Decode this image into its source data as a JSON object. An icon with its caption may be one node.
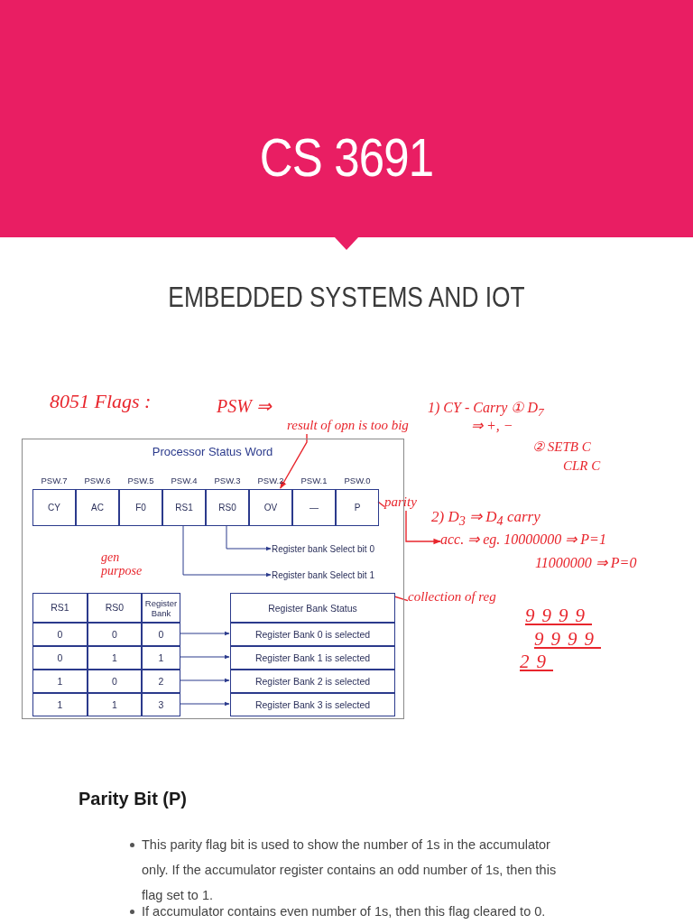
{
  "diagram": {
    "title": "CS 3691",
    "nodes": [
      {
        "text": [
          "Processor Status Word"
        ]
      },
      {
        "text": [
          "CY"
        ],
        "beside": [
          "PSW.7"
        ],
        "in": 0
      },
      {
        "text": [
          "AC"
        ],
        "beside": [
          "PSW.6"
        ],
        "in": 0
      },
      {
        "text": [
          "F0"
        ],
        "beside": [
          "PSW.5"
        ],
        "in": 0
      },
      {
        "text": [
          "RS1"
        ],
        "beside": [
          "PSW.4"
        ],
        "in": 0
      },
      {
        "text": [
          "RS0"
        ],
        "beside": [
          "PSW.3"
        ],
        "in": 0
      },
      {
        "text": [
          "OV"
        ],
        "beside": [
          "PSW.2"
        ],
        "in": 0
      },
      {
        "text": [
          "—"
        ],
        "beside": [
          "PSW.1"
        ],
        "in": 0
      },
      {
        "text": [
          "P"
        ],
        "beside": [
          "PSW.0"
        ],
        "in": 0
      },
      {
        "text": [
          "Register bank Select bit 0"
        ],
        "in": 0
      },
      {
        "text": [
          "Register bank Select bit 1"
        ],
        "in": 0
      },
      {
        "text": [
          "RS1",
          "RS0",
          "Register Bank"
        ],
        "in": 0
      },
      {
        "text": [
          "0",
          "0",
          "0"
        ],
        "in": 0
      },
      {
        "text": [
          "0",
          "1",
          "1"
        ],
        "in": 0
      },
      {
        "text": [
          "1",
          "0",
          "2"
        ],
        "in": 0
      },
      {
        "text": [
          "1",
          "1",
          "3"
        ],
        "in": 0
      },
      {
        "text": [
          "Register Bank Status"
        ],
        "in": 0
      },
      {
        "text": [
          "Register Bank 0 is selected"
        ],
        "in": 0
      },
      {
        "text": [
          "Register Bank 1 is selected"
        ],
        "in": 0
      },
      {
        "text": [
          "Register Bank 2 is selected"
        ],
        "in": 0
      },
      {
        "text": [
          "Register Bank 3 is selected"
        ],
        "in": 0
      },
      {
        "text": [
          "result of opn is too big"
        ]
      },
      {
        "text": [
          "parity"
        ]
      },
      {
        "text": [
          "acc. ⇒ eg. 10000000 ⇒ P=1",
          "11000000 ⇒ P=0"
        ]
      },
      {
        "text": [
          "collection of reg"
        ]
      }
    ],
    "edges": [
      {
        "from": 5,
        "to": 9,
        "arrow": "to"
      },
      {
        "from": 4,
        "to": 10,
        "arrow": "to"
      },
      {
        "from": 12,
        "to": 17,
        "arrow": "to"
      },
      {
        "from": 13,
        "to": 18,
        "arrow": "to"
      },
      {
        "from": 14,
        "to": 19,
        "arrow": "to"
      },
      {
        "from": 15,
        "to": 20,
        "arrow": "to"
      },
      {
        "from": 21,
        "to": 6,
        "arrow": "to",
        "color": "#e8262d"
      },
      {
        "from": 8,
        "to": 22,
        "arrow": "none",
        "color": "#e8262d"
      },
      {
        "from": 22,
        "to": 23,
        "arrow": "to",
        "color": "#e8262d"
      },
      {
        "from": 16,
        "to": 24,
        "arrow": "none",
        "color": "#e8262d"
      }
    ],
    "labels": [
      "EMBEDDED SYSTEMS AND IOT",
      "8051 Flags :",
      "PSW ⇒",
      "1) CY - Carry ① D$_{7}$",
      "⇒ +, −",
      "② SETB C",
      "CLR C",
      "gen purpose",
      "2) D$_{3}$ ⇒ D$_{4}$ carry",
      "9999",
      "9999",
      "29",
      "Parity Bit (P)",
      "This parity flag bit is used to show the number of 1s in the accumulator only. If the accumulator register contains an odd number of 1s, then this flag set to 1.",
      "If accumulator contains even number of 1s, then this flag cleared to 0."
    ]
  }
}
